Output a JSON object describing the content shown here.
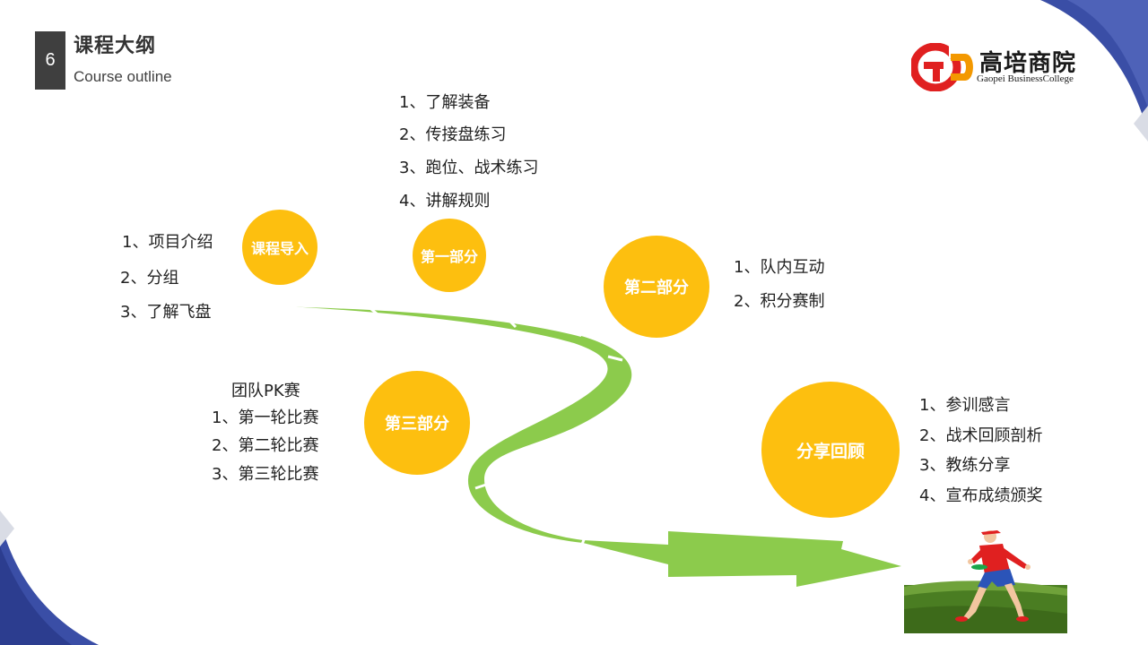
{
  "header": {
    "page_number": "6",
    "title_cn": "课程大纲",
    "title_en": "Course outline"
  },
  "logo": {
    "name_cn": "高培商院",
    "name_en": "Gaopei BusinessCollege"
  },
  "colors": {
    "circle": "#fdbf0f",
    "road": "#8ccb4c",
    "corner_accent": "#3a4ea6"
  },
  "sections": [
    {
      "label": "课程导入",
      "items": [
        "1、项目介绍",
        "2、分组",
        "3、了解飞盘"
      ]
    },
    {
      "label": "第一部分",
      "items": [
        "1、了解装备",
        "2、传接盘练习",
        "3、跑位、战术练习",
        "4、讲解规则"
      ]
    },
    {
      "label": "第二部分",
      "items": [
        "1、队内互动",
        "2、积分赛制"
      ]
    },
    {
      "label": "第三部分",
      "heading": "团队PK赛",
      "items": [
        "1、第一轮比赛",
        "2、第二轮比赛",
        "3、第三轮比赛"
      ]
    },
    {
      "label": "分享回顾",
      "items": [
        "1、参训感言",
        "2、战术回顾剖析",
        "3、教练分享",
        "4、宣布成绩颁奖"
      ]
    }
  ],
  "illustration": "frisbee-player-icon"
}
